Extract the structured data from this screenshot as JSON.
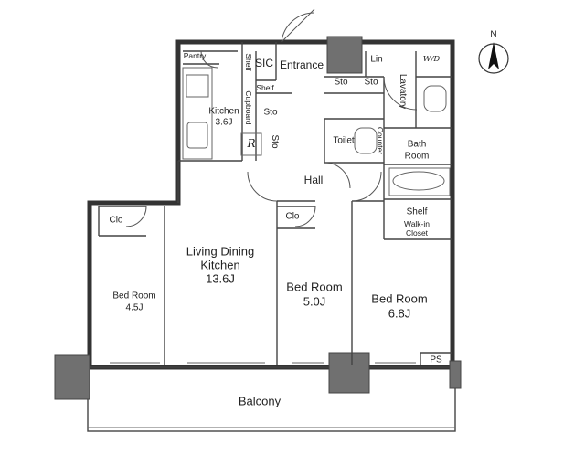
{
  "compass": {
    "label": "N"
  },
  "rooms": {
    "pantry": "Pantry",
    "shelf_sic": "Shelf",
    "sic": "SIC",
    "entrance": "Entrance",
    "lin": "Lin",
    "wd": "W/D",
    "cupboard": "Cupboard",
    "shelf_small": "Shelf",
    "sto_1": "Sto",
    "sto_2": "Sto",
    "sto_3": "Sto",
    "sto_4": "Sto",
    "lavatory": "Lavatory",
    "kitchen_name": "Kitchen",
    "kitchen_size": "3.6J",
    "refrigerator": "R",
    "toilet": "Toilet",
    "counter": "Counter",
    "bath_name": "Bath",
    "bath_room": "Room",
    "hall": "Hall",
    "shelf_closet": "Shelf",
    "walk_in_1": "Walk-in",
    "walk_in_2": "Closet",
    "clo_left": "Clo",
    "clo_mid": "Clo",
    "ldk_1": "Living Dining",
    "ldk_2": "Kitchen",
    "ldk_size": "13.6J",
    "bed1_name": "Bed Room",
    "bed1_size": "4.5J",
    "bed2_name": "Bed Room",
    "bed2_size": "5.0J",
    "bed3_name": "Bed Room",
    "bed3_size": "6.8J",
    "ps": "PS",
    "balcony": "Balcony"
  }
}
